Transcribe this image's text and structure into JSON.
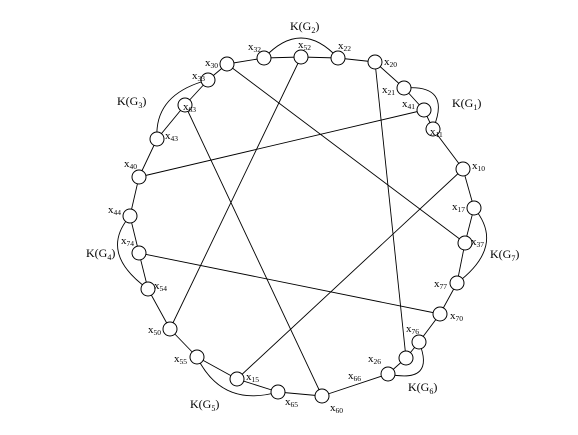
{
  "vertices": [
    {
      "id": "x32",
      "base": "x",
      "sub": "32"
    },
    {
      "id": "x52",
      "base": "x",
      "sub": "52"
    },
    {
      "id": "x22",
      "base": "x",
      "sub": "22"
    },
    {
      "id": "x30",
      "base": "x",
      "sub": "30"
    },
    {
      "id": "x20",
      "base": "x",
      "sub": "20"
    },
    {
      "id": "x33",
      "base": "x",
      "sub": "33"
    },
    {
      "id": "x21",
      "base": "x",
      "sub": "21"
    },
    {
      "id": "x63",
      "base": "x",
      "sub": "63"
    },
    {
      "id": "x41",
      "base": "x",
      "sub": "41"
    },
    {
      "id": "x43",
      "base": "x",
      "sub": "43"
    },
    {
      "id": "x11",
      "base": "x",
      "sub": "11"
    },
    {
      "id": "x40",
      "base": "x",
      "sub": "40"
    },
    {
      "id": "x10",
      "base": "x",
      "sub": "10"
    },
    {
      "id": "x44",
      "base": "x",
      "sub": "44"
    },
    {
      "id": "x17",
      "base": "x",
      "sub": "17"
    },
    {
      "id": "x74",
      "base": "x",
      "sub": "74"
    },
    {
      "id": "x37",
      "base": "x",
      "sub": "37"
    },
    {
      "id": "x77",
      "base": "x",
      "sub": "77"
    },
    {
      "id": "x54",
      "base": "x",
      "sub": "54"
    },
    {
      "id": "x70",
      "base": "x",
      "sub": "70"
    },
    {
      "id": "x50",
      "base": "x",
      "sub": "50"
    },
    {
      "id": "x76",
      "base": "x",
      "sub": "76"
    },
    {
      "id": "x55",
      "base": "x",
      "sub": "55"
    },
    {
      "id": "x26",
      "base": "x",
      "sub": "26"
    },
    {
      "id": "x15",
      "base": "x",
      "sub": "15"
    },
    {
      "id": "x66",
      "base": "x",
      "sub": "66"
    },
    {
      "id": "x65",
      "base": "x",
      "sub": "65"
    },
    {
      "id": "x60",
      "base": "x",
      "sub": "60"
    }
  ],
  "cliques": [
    {
      "id": "G2",
      "base": "K(G",
      "sub": "2",
      "close": ")"
    },
    {
      "id": "G1",
      "base": "K(G",
      "sub": "1",
      "close": ")"
    },
    {
      "id": "G3",
      "base": "K(G",
      "sub": "3",
      "close": ")"
    },
    {
      "id": "G7",
      "base": "K(G",
      "sub": "7",
      "close": ")"
    },
    {
      "id": "G4",
      "base": "K(G",
      "sub": "4",
      "close": ")"
    },
    {
      "id": "G6",
      "base": "K(G",
      "sub": "6",
      "close": ")"
    },
    {
      "id": "G5",
      "base": "K(G",
      "sub": "5",
      "close": ")"
    }
  ],
  "edges": [
    [
      "x32",
      "x52"
    ],
    [
      "x52",
      "x22"
    ],
    [
      "x22",
      "x20"
    ],
    [
      "x30",
      "x32"
    ],
    [
      "x30",
      "x33"
    ],
    [
      "x33",
      "x63"
    ],
    [
      "x63",
      "x43"
    ],
    [
      "x43",
      "x40"
    ],
    [
      "x40",
      "x44"
    ],
    [
      "x44",
      "x74"
    ],
    [
      "x74",
      "x54"
    ],
    [
      "x54",
      "x50"
    ],
    [
      "x50",
      "x55"
    ],
    [
      "x55",
      "x15"
    ],
    [
      "x15",
      "x65"
    ],
    [
      "x65",
      "x60"
    ],
    [
      "x60",
      "x66"
    ],
    [
      "x66",
      "x26"
    ],
    [
      "x26",
      "x76"
    ],
    [
      "x76",
      "x70"
    ],
    [
      "x70",
      "x77"
    ],
    [
      "x77",
      "x37"
    ],
    [
      "x37",
      "x17"
    ],
    [
      "x17",
      "x10"
    ],
    [
      "x10",
      "x11"
    ],
    [
      "x11",
      "x41"
    ],
    [
      "x41",
      "x21"
    ],
    [
      "x21",
      "x20"
    ],
    [
      "x52",
      "x50"
    ],
    [
      "x30",
      "x37"
    ],
    [
      "x20",
      "x26"
    ],
    [
      "x63",
      "x60"
    ],
    [
      "x41",
      "x40"
    ],
    [
      "x10",
      "x15"
    ],
    [
      "x74",
      "x70"
    ]
  ],
  "arcs": [
    [
      "x32",
      "x22"
    ],
    [
      "x21",
      "x11"
    ],
    [
      "x33",
      "x43"
    ],
    [
      "x17",
      "x77"
    ],
    [
      "x44",
      "x54"
    ],
    [
      "x76",
      "x66"
    ],
    [
      "x55",
      "x65"
    ]
  ]
}
